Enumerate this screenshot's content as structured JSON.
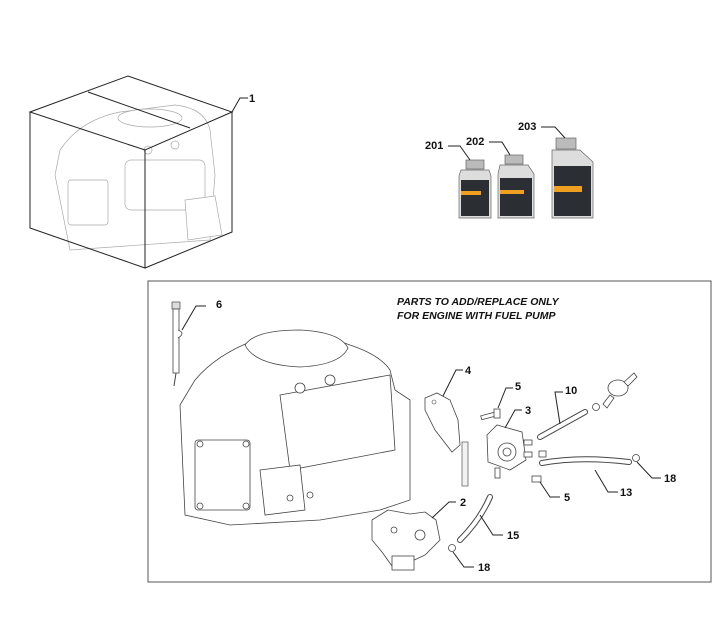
{
  "diagram": {
    "note_lines": [
      "PARTS TO ADD/REPLACE ONLY",
      "FOR ENGINE WITH FUEL PUMP"
    ],
    "callouts": {
      "engine_kit": "1",
      "oil_small": "201",
      "oil_medium": "202",
      "oil_large": "203",
      "dipstick": "6",
      "bracket": "4",
      "screw_top": "5",
      "fuel_pump": "3",
      "hose_upper": "10",
      "clamp_right": "18",
      "hose_mid": "13",
      "screw_bottom": "5",
      "carburetor": "2",
      "hose_lower": "15",
      "clamp_bottom": "18"
    },
    "colors": {
      "label_dark": "#2b2f33",
      "label_orange": "#f0a020",
      "bottle_grey": "#d8d8d8",
      "frame": "#555555"
    }
  }
}
